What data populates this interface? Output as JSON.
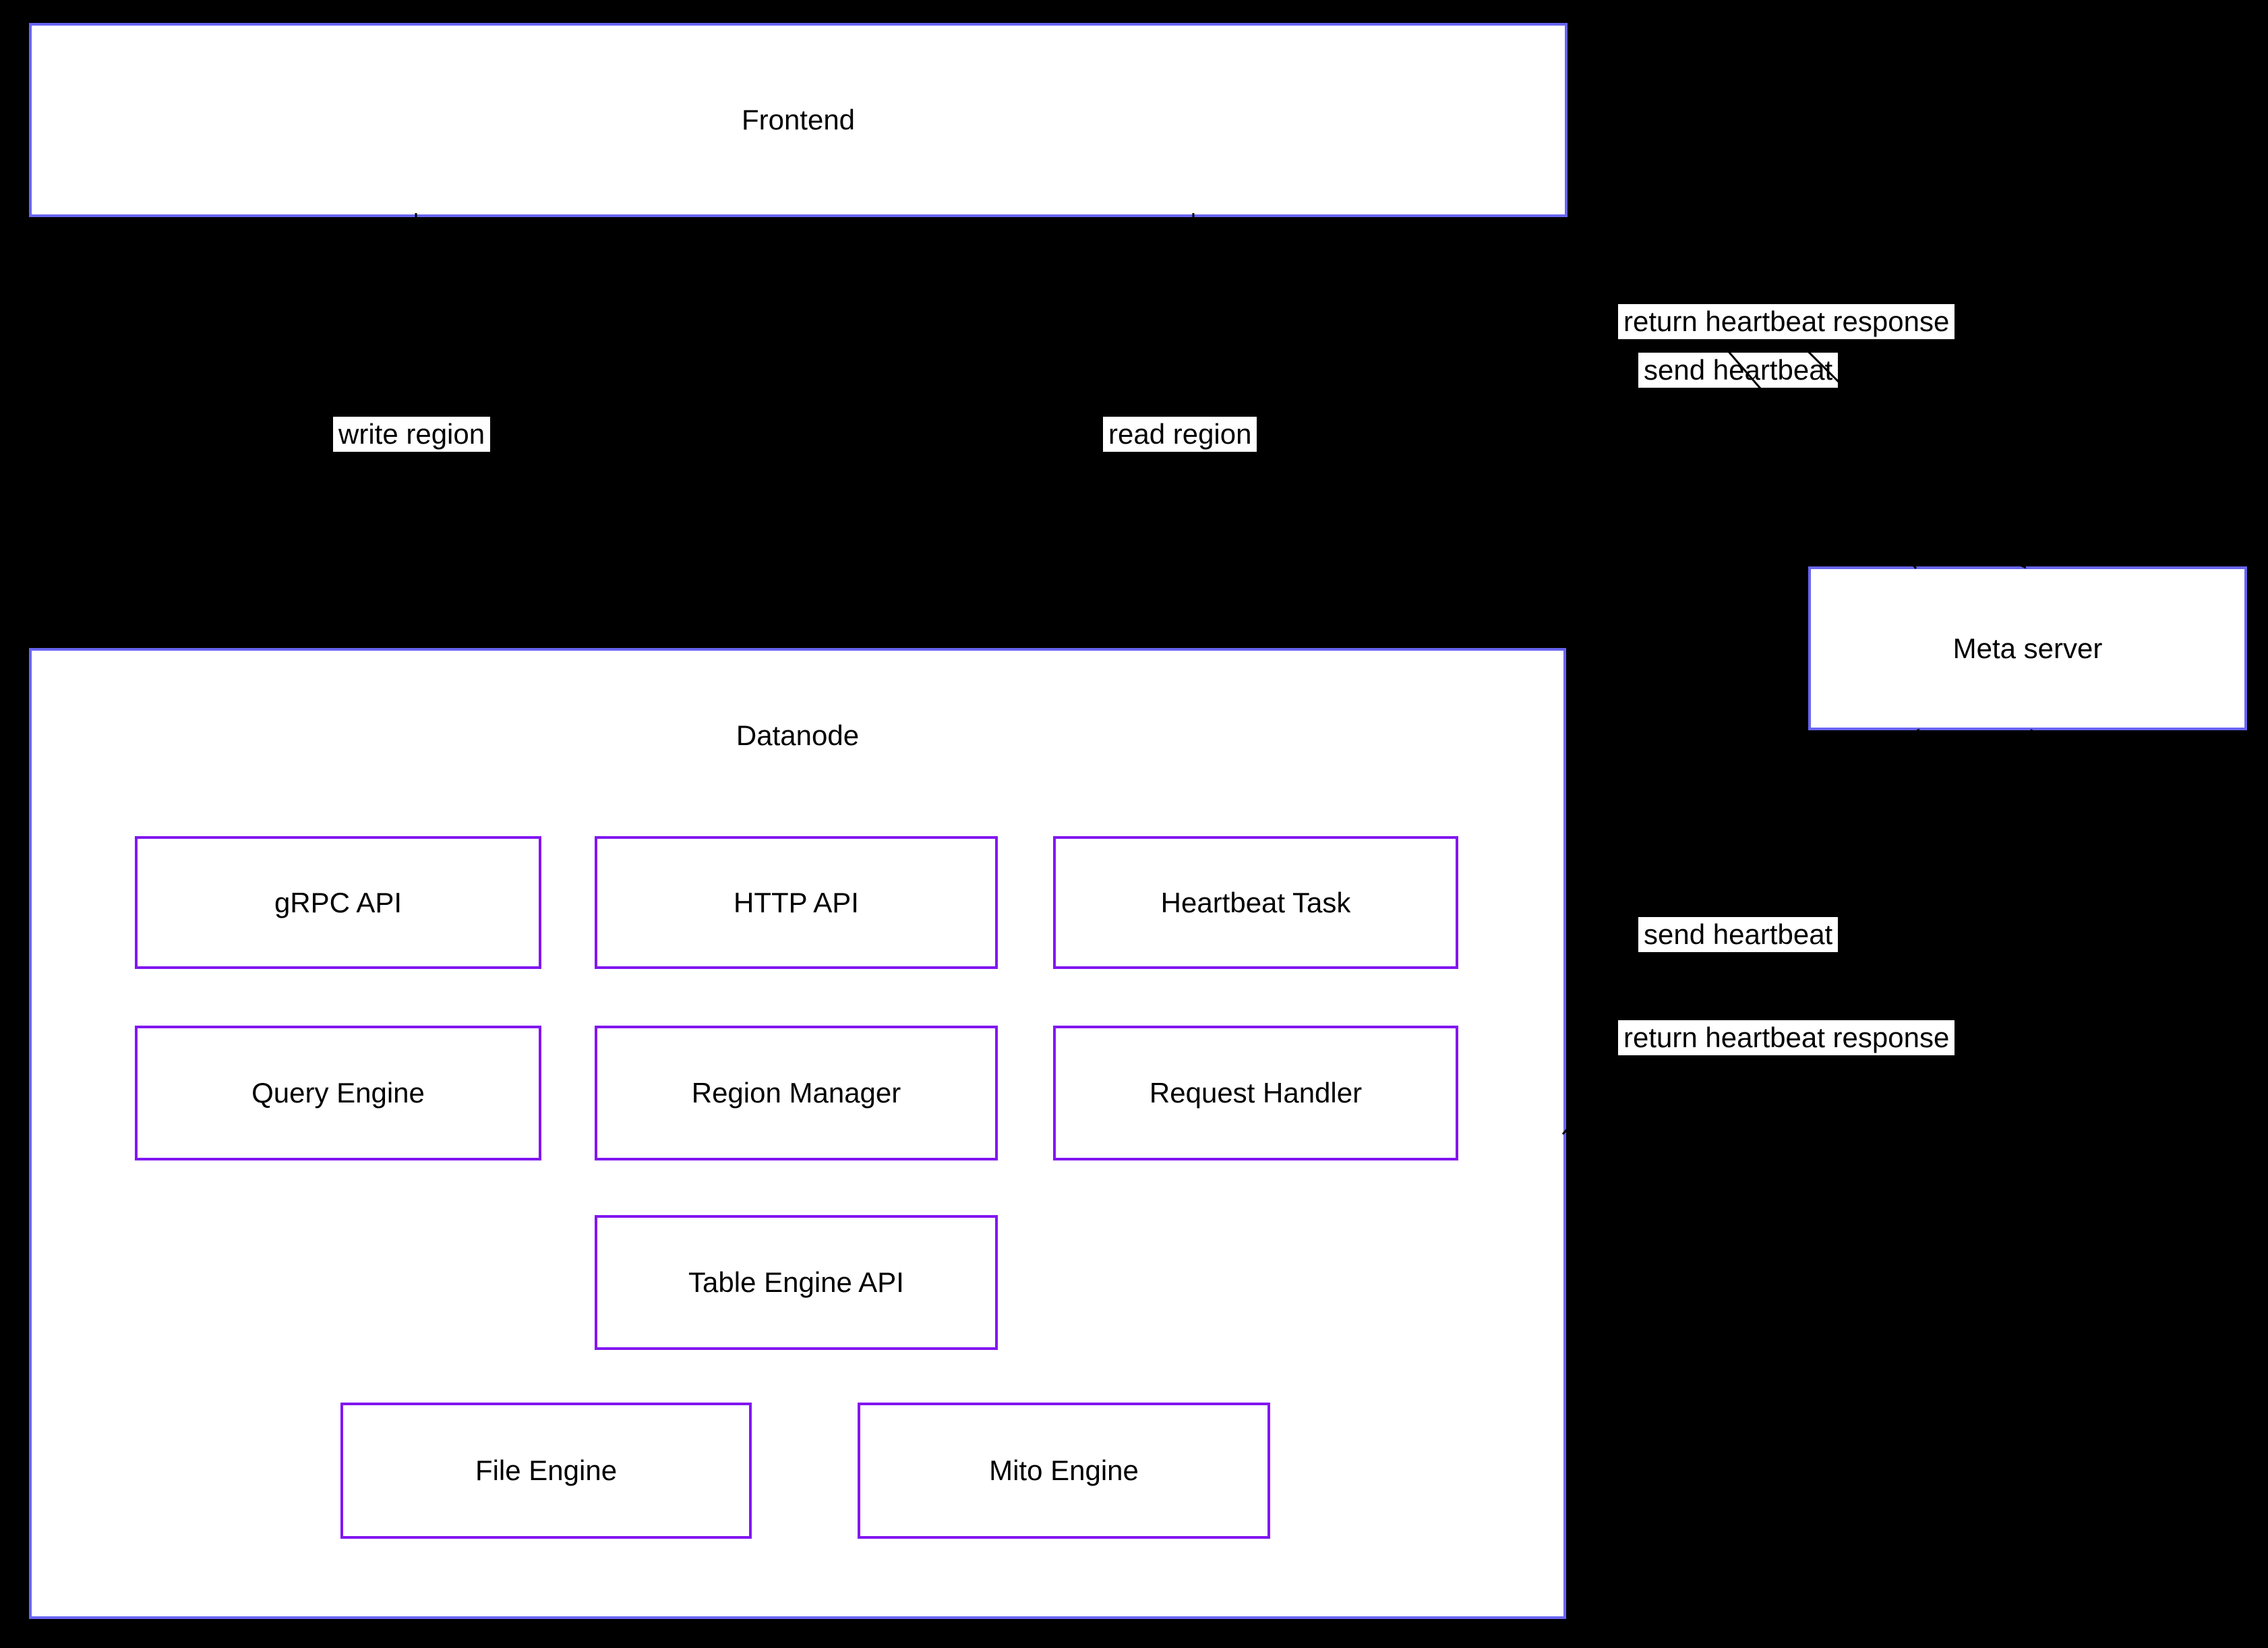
{
  "diagram": {
    "nodes": {
      "frontend": {
        "label": "Frontend"
      },
      "datanode": {
        "label": "Datanode"
      },
      "meta_server": {
        "label": "Meta server"
      },
      "grpc_api": {
        "label": "gRPC API"
      },
      "http_api": {
        "label": "HTTP API"
      },
      "heartbeat_task": {
        "label": "Heartbeat Task"
      },
      "query_engine": {
        "label": "Query Engine"
      },
      "region_manager": {
        "label": "Region Manager"
      },
      "request_handler": {
        "label": "Request Handler"
      },
      "table_engine_api": {
        "label": "Table Engine API"
      },
      "file_engine": {
        "label": "File Engine"
      },
      "mito_engine": {
        "label": "Mito Engine"
      }
    },
    "edge_labels": {
      "write_region": "write region",
      "read_region": "read region",
      "return_heartbeat_frontend": "return heartbeat response",
      "send_heartbeat_frontend": "send heartbeat",
      "send_heartbeat_datanode": "send heartbeat",
      "return_heartbeat_datanode": "return heartbeat response"
    },
    "colors": {
      "background": "#000000",
      "outer_border": "#6965f2",
      "inner_border": "#8217f0",
      "box_fill": "#ffffff",
      "text": "#000000",
      "arrow": "#000000"
    }
  }
}
